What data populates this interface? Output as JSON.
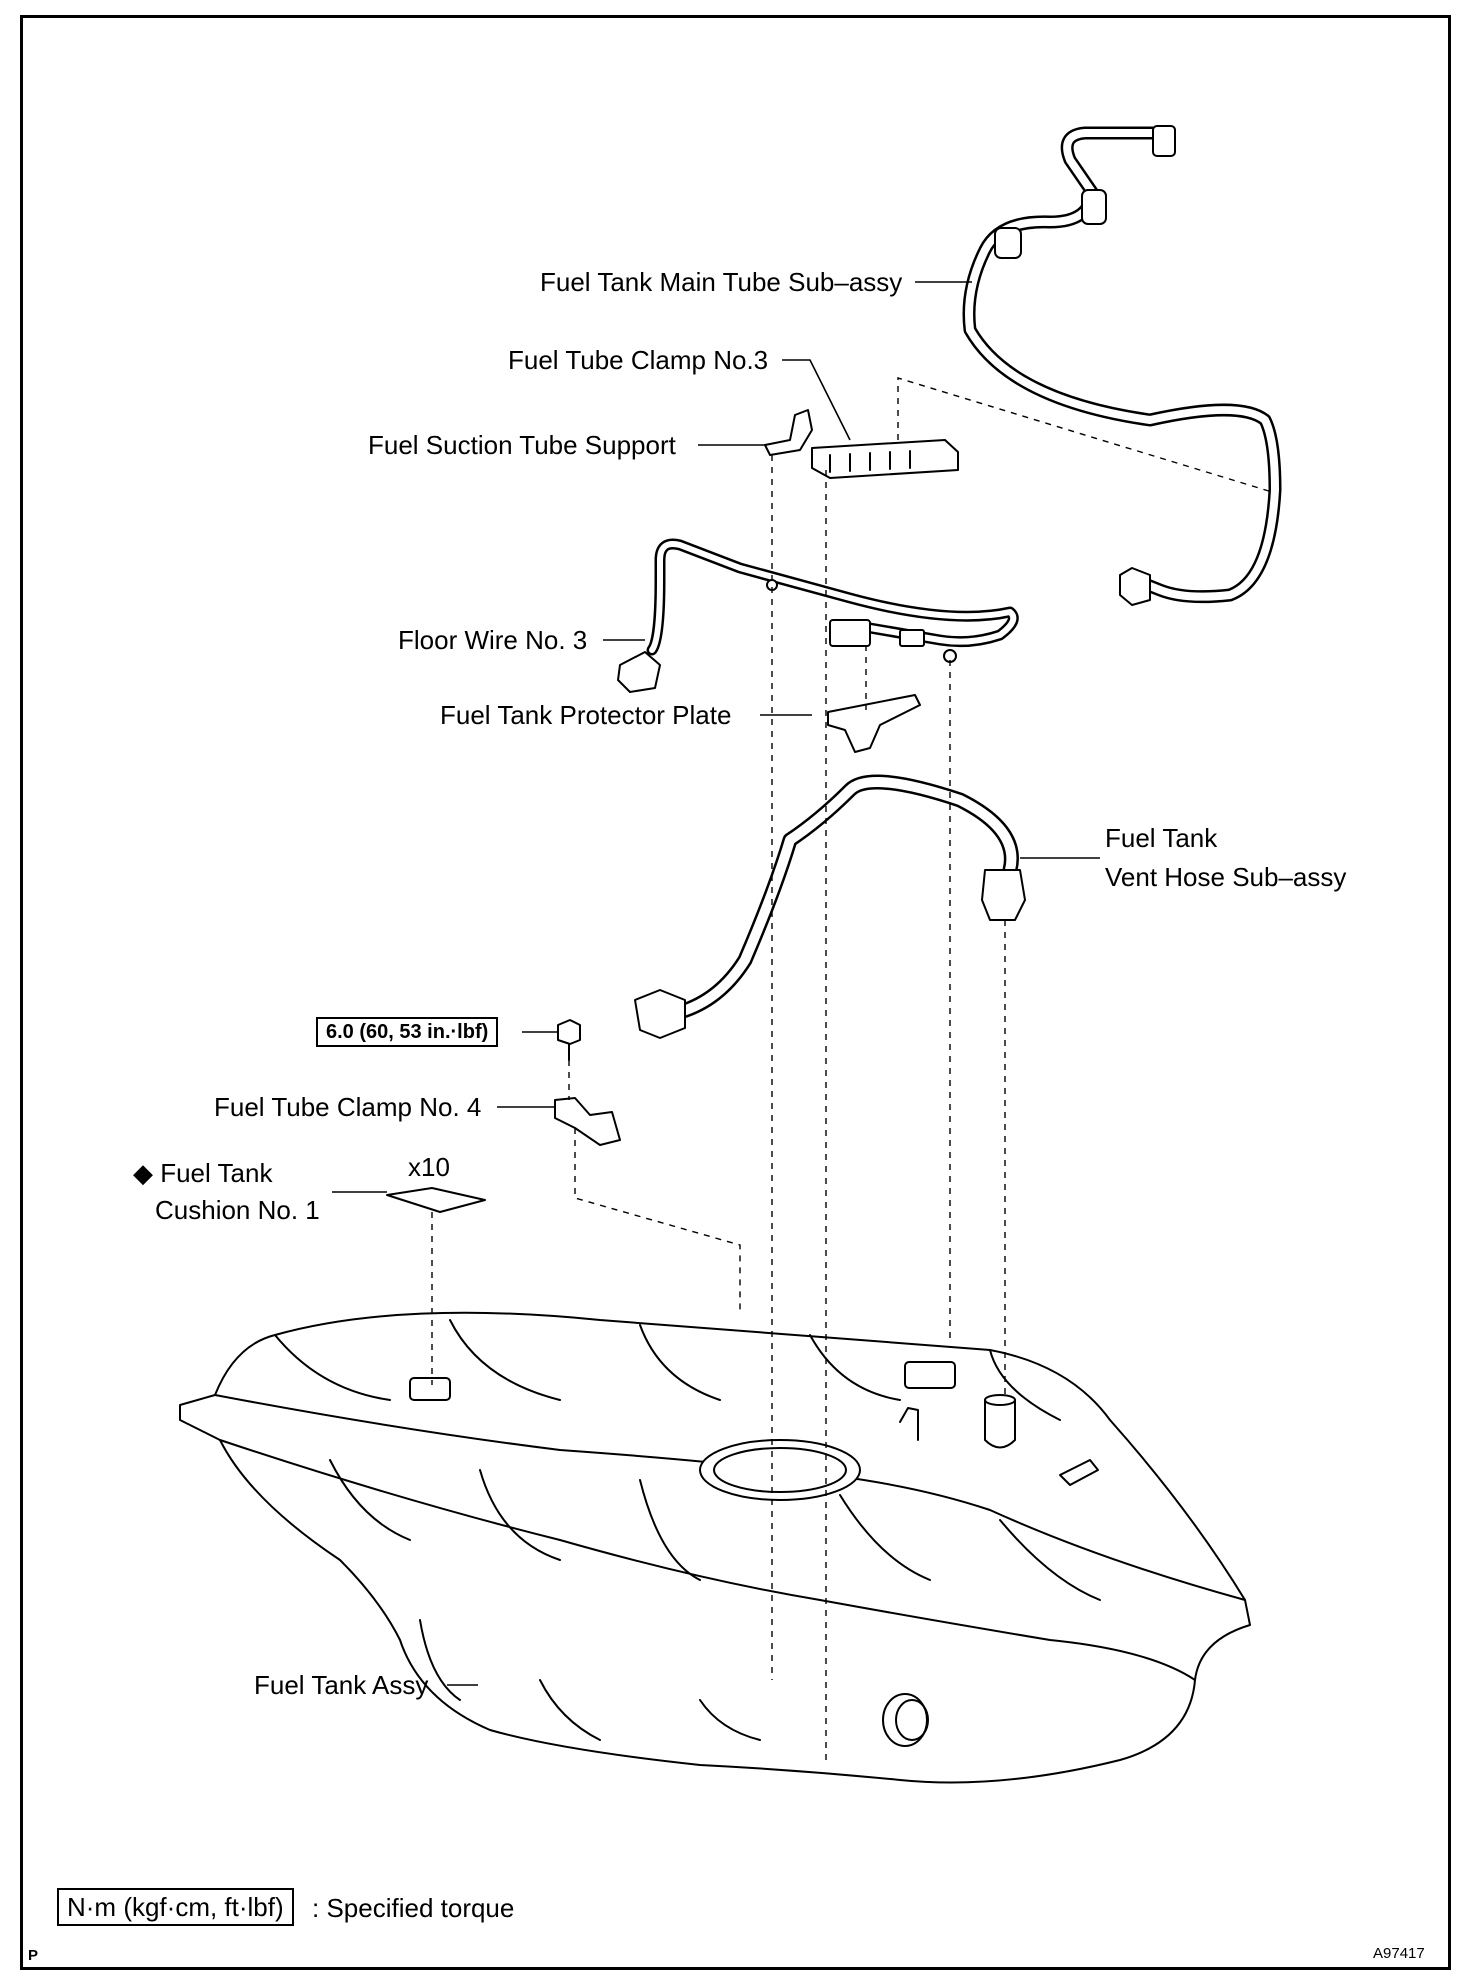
{
  "labels": {
    "main_tube": "Fuel Tank Main Tube Sub–assy",
    "clamp3": "Fuel Tube Clamp No.3",
    "suction_support": "Fuel Suction Tube Support",
    "floor_wire": "Floor Wire No. 3",
    "protector_plate": "Fuel Tank Protector Plate",
    "vent_hose_1": "Fuel Tank",
    "vent_hose_2": "Vent Hose Sub–assy",
    "torque_value": "6.0 (60, 53 in.·lbf)",
    "clamp4": "Fuel Tube Clamp No. 4",
    "cushion_1": "◆ Fuel Tank",
    "cushion_2": "Cushion No. 1",
    "cushion_qty": "x10",
    "tank_assy": "Fuel Tank Assy"
  },
  "legend": {
    "unit": "N·m (kgf·cm, ft·lbf)",
    "description": ": Specified torque"
  },
  "corner": {
    "left": "P",
    "right": "A97417"
  }
}
